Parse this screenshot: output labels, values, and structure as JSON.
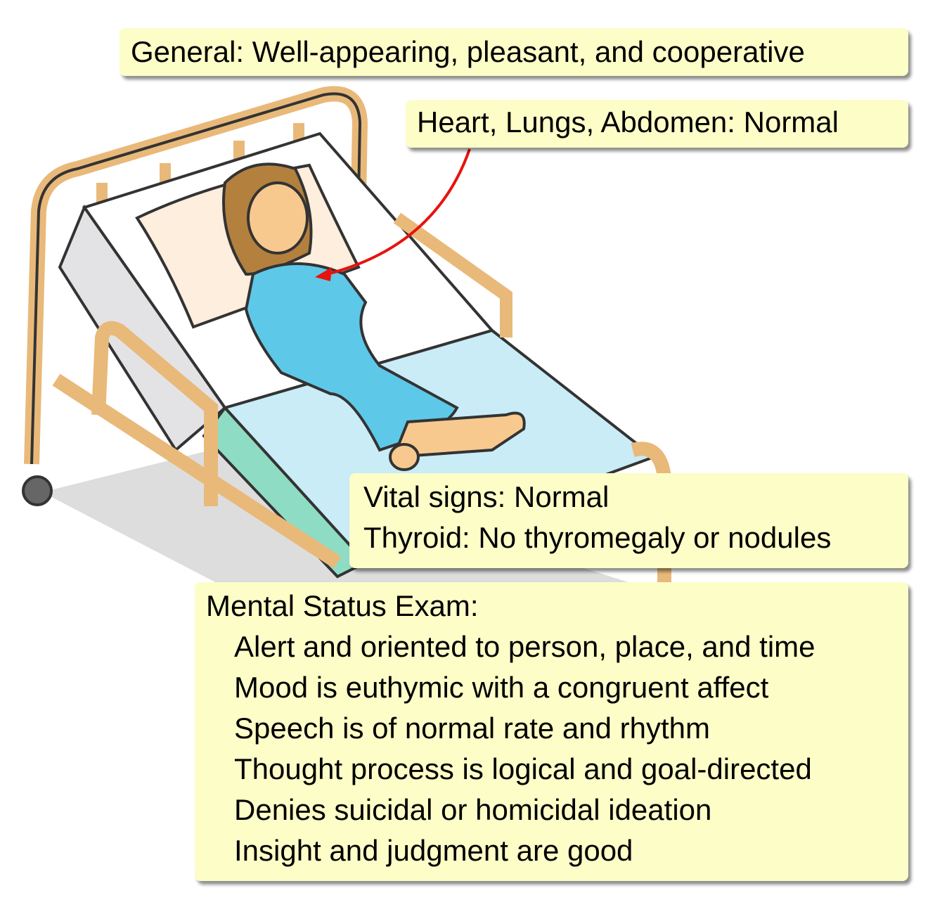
{
  "callouts": {
    "general": "General: Well-appearing, pleasant, and cooperative",
    "heart": "Heart, Lungs, Abdomen: Normal",
    "vitals": "Vital signs: Normal",
    "thyroid": "Thyroid: No thyromegaly or nodules",
    "mse_title": "Mental Status Exam:",
    "mse_items": [
      "Alert and oriented to person, place, and time",
      "Mood is euthymic with a congruent affect",
      "Speech is of normal rate and rhythm",
      "Thought process is logical and goal-directed",
      "Denies suicidal or homicidal ideation",
      "Insight and judgment are good"
    ]
  },
  "colors": {
    "callout_bg": "#fdfdc8",
    "arrow": "#e8120c",
    "bed_frame": "#e9b97a",
    "gown": "#5ec8e8",
    "sheet": "#c9ecf7"
  }
}
